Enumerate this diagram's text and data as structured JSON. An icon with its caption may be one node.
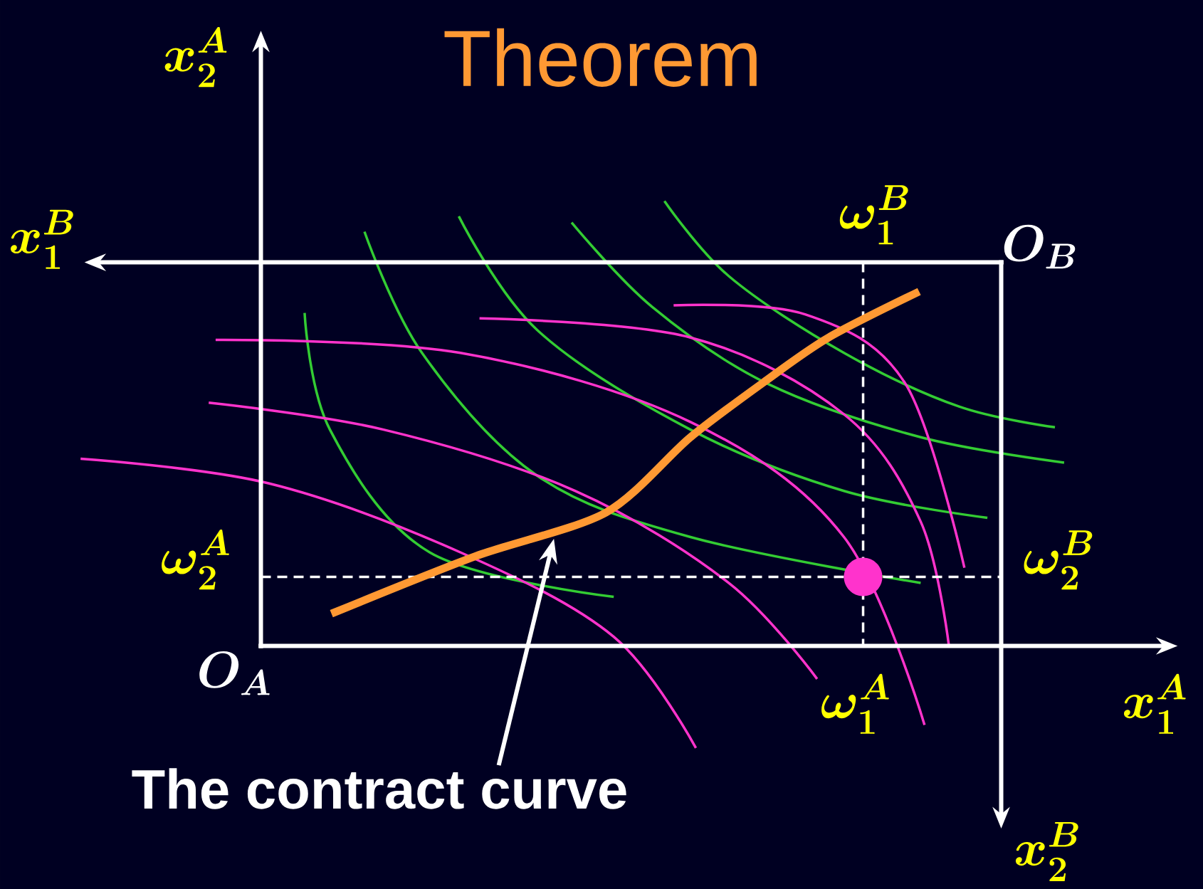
{
  "diagram": {
    "title": "Theorem",
    "nodes": [
      {
        "text": [
          "The contract curve"
        ]
      },
      {
        "text": [],
        "shape": "curve"
      }
    ],
    "edges": [
      {
        "from": 0,
        "to": 1,
        "arrow": "to"
      }
    ],
    "labels": [
      "x_2^A",
      "x_1^B",
      "\\omega_1^B",
      "O_B",
      "\\omega_2^A",
      "\\omega_2^B",
      "O_A",
      "\\omega_1^A",
      "x_1^A",
      "x_2^B"
    ]
  }
}
